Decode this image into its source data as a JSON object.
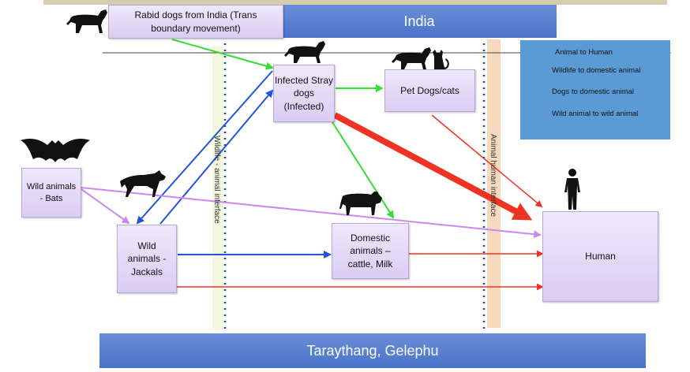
{
  "regions": {
    "top": "India",
    "bottom": "Taraythang, Gelephu"
  },
  "interfaces": {
    "wildlife_domestic": "Wildlife - animal interface",
    "animal_human": "Animal human interface"
  },
  "nodes": {
    "rabid_india": "Rabid dogs from India (Trans boundary movement)",
    "stray_dogs": "Infected Stray dogs (Infected)",
    "pet_dogs": "Pet Dogs/cats",
    "bats": "Wild animals - Bats",
    "jackals": "Wild animals - Jackals",
    "domestic": "Domestic animals – cattle, Milk",
    "human": "Human"
  },
  "legend": [
    {
      "label": "Animal to Human",
      "color": "#ee3322"
    },
    {
      "label": "Wildlife to domestic animal",
      "color": "#2255dd"
    },
    {
      "label": "Dogs to domestic animal",
      "color": "#33dd33"
    },
    {
      "label": "Wild animal to wild animal",
      "color": "#cc88ee"
    }
  ],
  "icons": [
    "dog-silhouette-icon",
    "bat-silhouette-icon",
    "jackal-silhouette-icon",
    "cattle-silhouette-icon",
    "dog-and-cat-silhouette-icon",
    "human-silhouette-icon"
  ]
}
